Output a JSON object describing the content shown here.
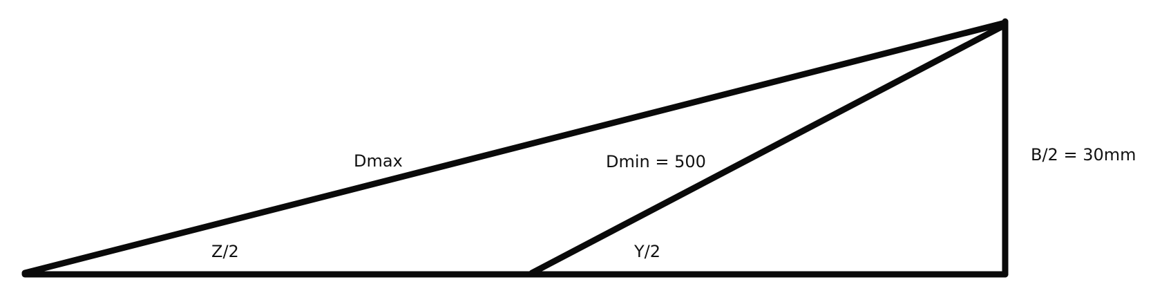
{
  "labels": {
    "hypotenuse_long": "Dmax",
    "hypotenuse_short": "Dmin = 500",
    "vertical_side": "B/2 = 30mm",
    "base_left_segment": "Z/2",
    "base_right_segment": "Y/2"
  },
  "colors": {
    "line": "#0a0a0a",
    "text": "#111111",
    "background": "#ffffff"
  }
}
